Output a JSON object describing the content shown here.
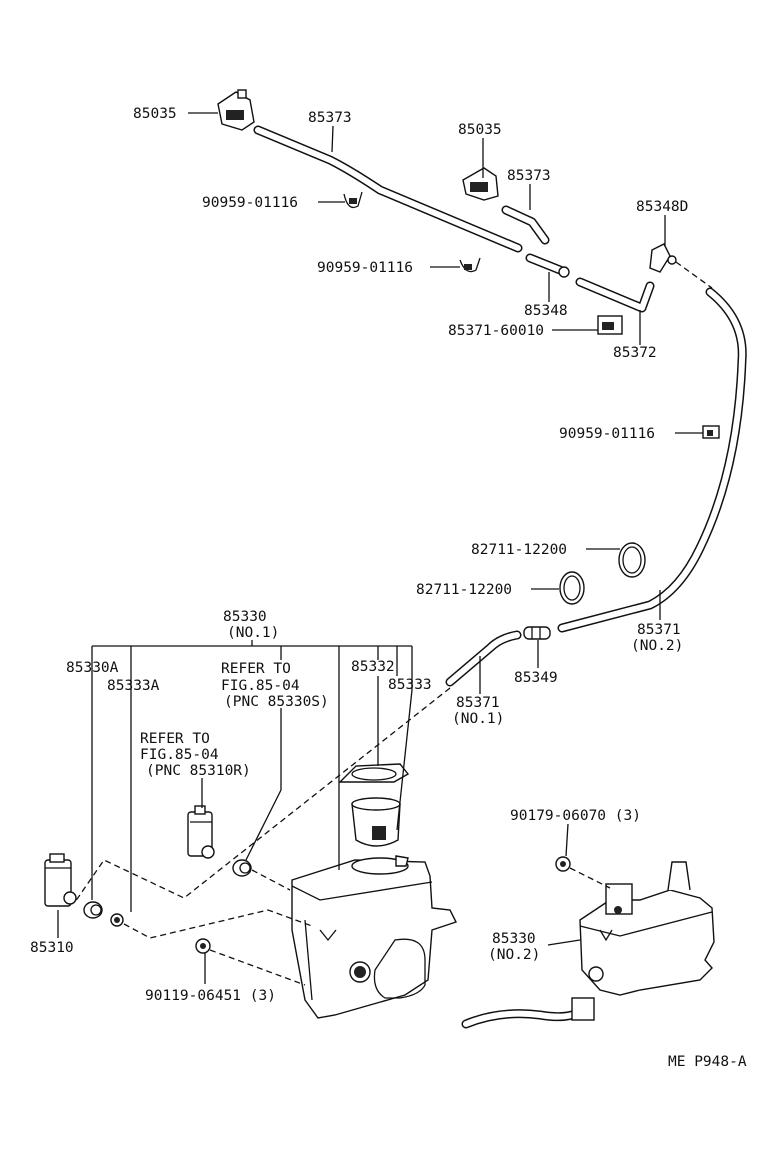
{
  "labels": {
    "nozzle_left": "85035",
    "hose_top": "85373",
    "nozzle_mid": "85035",
    "hose_short": "85373",
    "clip_1": "90959-01116",
    "clip_2": "90959-01116",
    "elbow_right": "85348D",
    "joint": "85348",
    "clamp_small": "85371-60010",
    "hose_right_short": "85372",
    "clip_3": "90959-01116",
    "clamp_1": "82711-12200",
    "clamp_2": "82711-12200",
    "hose_long_no2": "85371",
    "hose_long_no2_sub": "(NO.2)",
    "check_valve": "85349",
    "hose_no1": "85371",
    "hose_no1_sub": "(NO.1)",
    "tank_assy": "85330",
    "tank_assy_sub": "(NO.1)",
    "grommet_a": "85330A",
    "grommet_b": "85333A",
    "refer_1_line1": "REFER TO",
    "refer_1_line2": "FIG.85-04",
    "refer_1_line3": "(PNC 85330S)",
    "cap": "85332",
    "grommet_c": "85333",
    "refer_2_line1": "REFER TO",
    "refer_2_line2": "FIG.85-04",
    "refer_2_line3": "(PNC 85310R)",
    "pump": "85310",
    "bolt_bottom": "90119-06451 (3)",
    "bolt_right": "90179-06070 (3)",
    "tank_no2": "85330",
    "tank_no2_sub": "(NO.2)",
    "figure_code": "ME P948-A"
  }
}
